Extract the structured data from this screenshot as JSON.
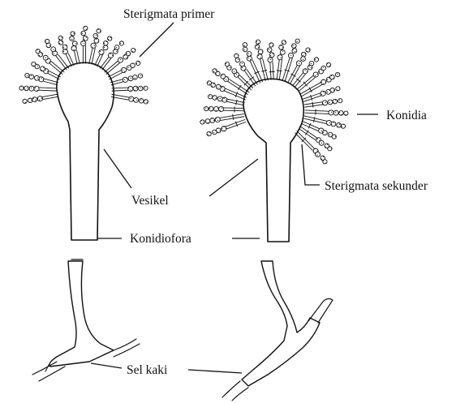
{
  "labels": {
    "sterigmata_primer": "Sterigmata primer",
    "konidia": "Konidia",
    "sterigmata_sekunder": "Sterigmata sekunder",
    "vesikel": "Vesikel",
    "konidiofora": "Konidiofora",
    "sel_kaki": "Sel kaki"
  }
}
